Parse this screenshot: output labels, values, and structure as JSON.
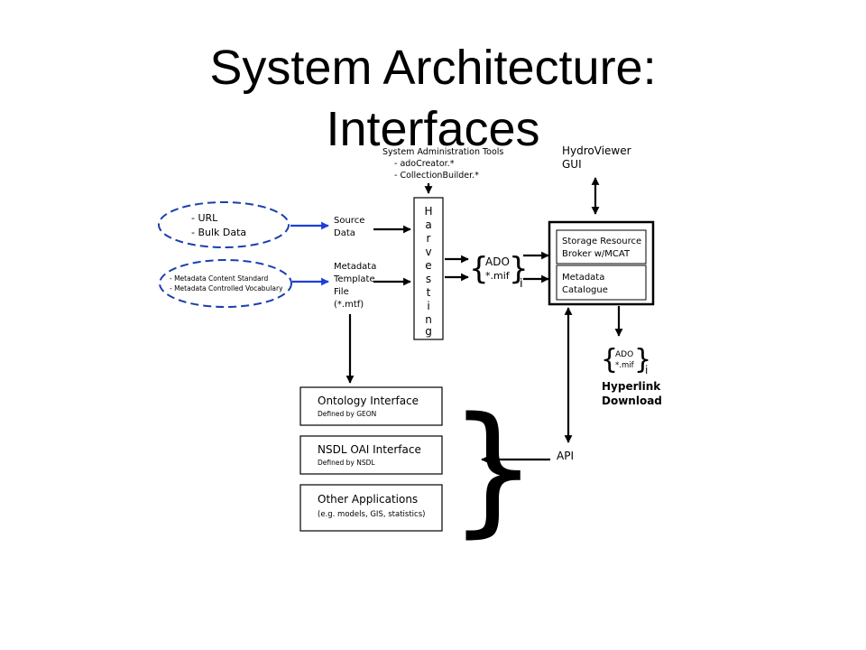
{
  "slide": {
    "title_line1": "System Architecture:",
    "title_line2": "Interfaces"
  },
  "diagram": {
    "admin_tools": {
      "heading": "System Administration Tools",
      "items": [
        "- adoCreator.*",
        "- CollectionBuilder.*"
      ]
    },
    "data_ellipse": {
      "lines": [
        "- URL",
        "- Bulk Data"
      ]
    },
    "metadata_ellipse": {
      "lines": [
        "- Metadata Content Standard",
        "- Metadata Controlled Vocabulary"
      ]
    },
    "source_data": {
      "lines": [
        "Source",
        "Data"
      ]
    },
    "metadata_template": {
      "lines": [
        "Metadata",
        "Template",
        "File",
        "(*.mtf)"
      ]
    },
    "harvesting": {
      "letters": [
        "H",
        "a",
        "r",
        "v",
        "e",
        "s",
        "t",
        "i",
        "n",
        "g"
      ]
    },
    "ado_bundle": {
      "line1": "ADO",
      "line2": "*.mif",
      "subscript": "i"
    },
    "hydroviewer": {
      "lines": [
        "HydroViewer",
        "GUI"
      ]
    },
    "storage_broker": {
      "lines": [
        "Storage Resource",
        "Broker w/MCAT"
      ]
    },
    "metadata_catalogue": {
      "lines": [
        "Metadata",
        "Catalogue"
      ]
    },
    "download_bundle": {
      "line1": "ADO",
      "line2": "*.mif",
      "subscript": "i"
    },
    "hyperlink_download": {
      "lines": [
        "Hyperlink",
        "Download"
      ]
    },
    "api_label": "API",
    "ontology_interface": {
      "title": "Ontology Interface",
      "subtitle": "Defined by GEON"
    },
    "nsdl_interface": {
      "title": "NSDL OAI Interface",
      "subtitle": "Defined by NSDL"
    },
    "other_applications": {
      "title": "Other Applications",
      "subtitle": "(e.g. models, GIS, statistics)"
    },
    "colors": {
      "ellipse_stroke": "#1a3fb0",
      "blue_arrow": "#1f3fd6",
      "line": "#000000"
    }
  }
}
